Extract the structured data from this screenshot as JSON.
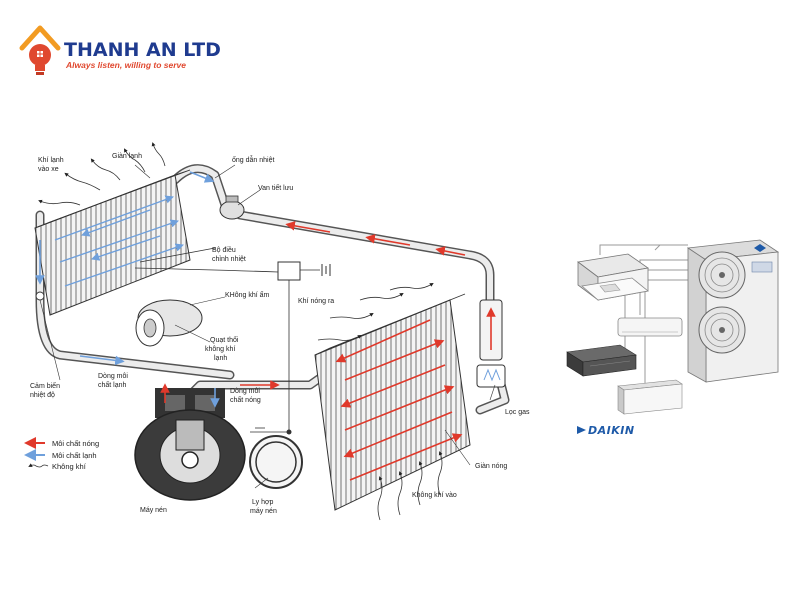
{
  "brand": {
    "name": "THANH AN LTD",
    "tagline": "Always listen, willing to serve",
    "logo_icon": "house-bulb-icon",
    "colors": {
      "primary": "#1f3b8f",
      "accent": "#e0482f"
    }
  },
  "diagram": {
    "labels": {
      "cold_air_into_car": [
        "Khí lạnh",
        "vào xe"
      ],
      "evaporator": "Giàn lạnh",
      "heat_pipe": "ống dẫn nhiệt",
      "expansion_valve": "Van tiết lưu",
      "thermostat": [
        "Bộ điều",
        "chỉnh nhiệt"
      ],
      "humid_air": "KHông khí ẩm",
      "blower": [
        "Quạt thổi",
        "không khí",
        "lạnh"
      ],
      "hot_air_out": "Khí nóng ra",
      "sensor": [
        "Cảm biến",
        "nhiệt độ"
      ],
      "cold_refrigerant_flow": [
        "Dòng môi",
        "chất lạnh"
      ],
      "hot_refrigerant_flow": [
        "Dòng môi",
        "chất nóng"
      ],
      "gas_filter": "Lọc gas",
      "condenser": "Giàn nóng",
      "air_in": "Không khí vào",
      "compressor": "Máy nén",
      "clutch": [
        "Ly hợp",
        "máy nén"
      ]
    },
    "legend": [
      {
        "label": "Môi chất nóng",
        "color": "#e0392b",
        "icon": "red-arrow-icon"
      },
      {
        "label": "Môi chất lạnh",
        "color": "#6fa0dc",
        "icon": "blue-arrow-icon"
      },
      {
        "label": "Không khí",
        "color": "#222222",
        "icon": "wavy-arrow-icon"
      }
    ]
  },
  "product": {
    "brand_logo": "DAIKIN",
    "colors": {
      "daikin_blue": "#1e5aa8"
    }
  }
}
